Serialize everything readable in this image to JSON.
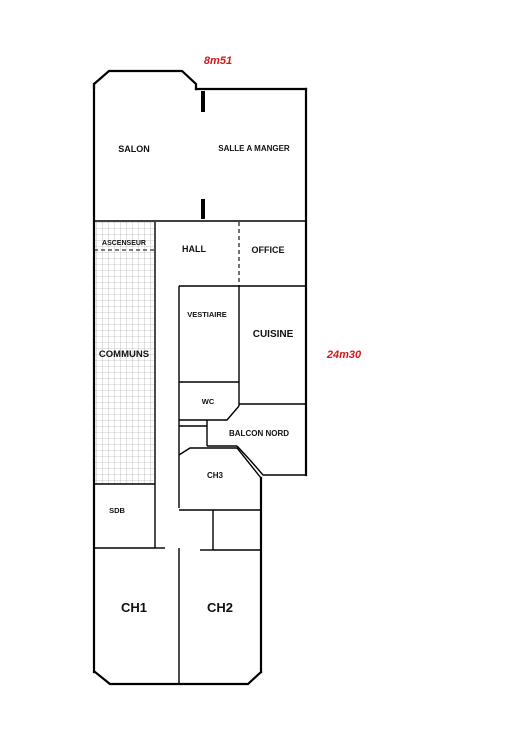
{
  "plan": {
    "dimensions": {
      "width": "8m51",
      "length": "24m30",
      "color": "#d81818"
    },
    "rooms": {
      "salon": "SALON",
      "salle_a_manger": "SALLE A MANGER",
      "ascenseur": "ASCENSEUR",
      "hall": "HALL",
      "office": "OFFICE",
      "vestiaire": "VESTIAIRE",
      "cuisine": "CUISINE",
      "communs": "COMMUNS",
      "wc": "WC",
      "balcon_nord": "BALCON NORD",
      "ch3": "CH3",
      "sdb": "SDB",
      "ch1": "CH1",
      "ch2": "CH2"
    }
  }
}
